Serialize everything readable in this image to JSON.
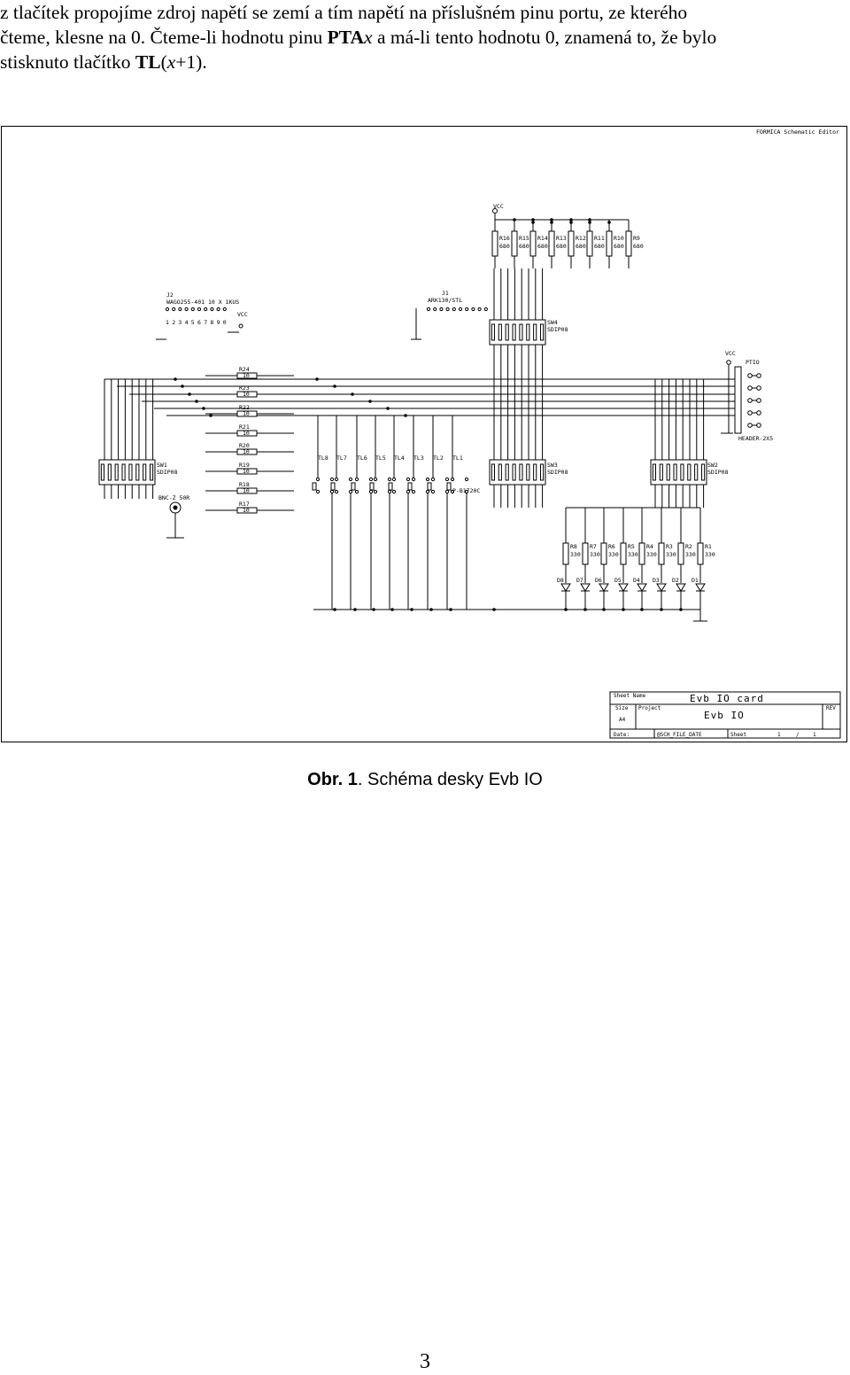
{
  "paragraph": {
    "line1": "z tlačítek propojíme zdroj napětí se zemí a tím napětí na příslušném pinu portu, ze kterého",
    "line2_a": "čteme, klesne na 0. Čteme-li hodnotu pinu ",
    "line2_b_bold": "PTA",
    "line2_c_italic": "x",
    "line2_d": " a má-li tento hodnotu 0, znamená to, že bylo",
    "line3_a": "stisknuto tlačítko ",
    "line3_b_bold": "TL",
    "line3_c": "(",
    "line3_d_italic": "x",
    "line3_e": "+1)."
  },
  "schematic": {
    "editor_label": "FORMICA Schematic Editor",
    "vcc_label": "VCC",
    "top_resistors": [
      {
        "name": "R16",
        "value": "680"
      },
      {
        "name": "R15",
        "value": "680"
      },
      {
        "name": "R14",
        "value": "680"
      },
      {
        "name": "R13",
        "value": "680"
      },
      {
        "name": "R12",
        "value": "680"
      },
      {
        "name": "R11",
        "value": "680"
      },
      {
        "name": "R10",
        "value": "680"
      },
      {
        "name": "R9",
        "value": "680"
      }
    ],
    "j2_label": "J2",
    "j2_part": "WAGO255-401 10 X 1KUS",
    "j1_label": "J1",
    "j1_part": "ARK130/STL",
    "sw4_label": "SW4",
    "sw4_part": "SDIP08",
    "ptio_label": "PTIO",
    "header_label": "HEADER-2X5",
    "left_resistors": [
      {
        "name": "R24",
        "value": "10"
      },
      {
        "name": "R23",
        "value": "10"
      },
      {
        "name": "R22",
        "value": "10"
      },
      {
        "name": "R21",
        "value": "10"
      },
      {
        "name": "R20",
        "value": "10"
      },
      {
        "name": "R19",
        "value": "10"
      },
      {
        "name": "R18",
        "value": "10"
      },
      {
        "name": "R17",
        "value": "10"
      }
    ],
    "sw1_label": "SW1",
    "sw1_part": "SDIP08",
    "bnc_label": "BNC-Z 50R",
    "buttons": [
      "TL8",
      "TL7",
      "TL6",
      "TL5",
      "TL4",
      "TL3",
      "TL2",
      "TL1"
    ],
    "button_part": "P-B1720C",
    "sw3_label": "SW3",
    "sw3_part": "SDIP08",
    "sw2_label": "SW2",
    "sw2_part": "SDIP08",
    "bottom_resistors": [
      {
        "name": "R8",
        "value": "330"
      },
      {
        "name": "R7",
        "value": "330"
      },
      {
        "name": "R6",
        "value": "330"
      },
      {
        "name": "R5",
        "value": "330"
      },
      {
        "name": "R4",
        "value": "330"
      },
      {
        "name": "R3",
        "value": "330"
      },
      {
        "name": "R2",
        "value": "330"
      },
      {
        "name": "R1",
        "value": "330"
      }
    ],
    "leds": [
      "D8",
      "D7",
      "D6",
      "D5",
      "D4",
      "D3",
      "D2",
      "D1"
    ],
    "title_block": {
      "sheet_name_label": "Sheet Name",
      "sheet_name": "Evb IO card",
      "size_label": "Size",
      "project_label": "Project",
      "rev_label": "REV",
      "size_value": "A4",
      "project_value": "Evb IO",
      "date_label": "Date:",
      "date_value": "@SCH_FILE_DATE",
      "sheet_label": "Sheet",
      "sheet_num": "1",
      "sheet_sep": "/",
      "sheet_total": "1"
    }
  },
  "caption": {
    "bold": "Obr. 1",
    "rest": ". Schéma desky Evb IO"
  },
  "page_number": "3"
}
